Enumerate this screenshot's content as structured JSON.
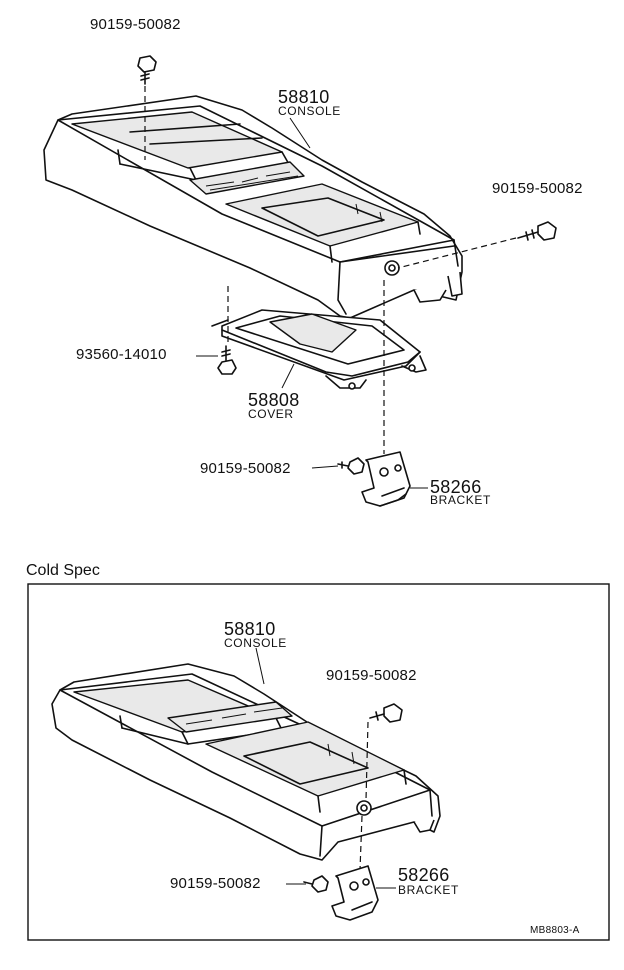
{
  "top": {
    "labels": {
      "screw_top": "90159-50082",
      "console_no": "58810",
      "console_name": "CONSOLE",
      "screw_right": "90159-50082",
      "screw_cover": "93560-14010",
      "cover_no": "58808",
      "cover_name": "COVER",
      "screw_bracket": "90159-50082",
      "bracket_no": "58266",
      "bracket_name": "BRACKET"
    }
  },
  "cold": {
    "title": "Cold Spec",
    "labels": {
      "console_no": "58810",
      "console_name": "CONSOLE",
      "screw_right": "90159-50082",
      "screw_bracket": "90159-50082",
      "bracket_no": "58266",
      "bracket_name": "BRACKET"
    }
  },
  "figure_code": "MB8803-A"
}
